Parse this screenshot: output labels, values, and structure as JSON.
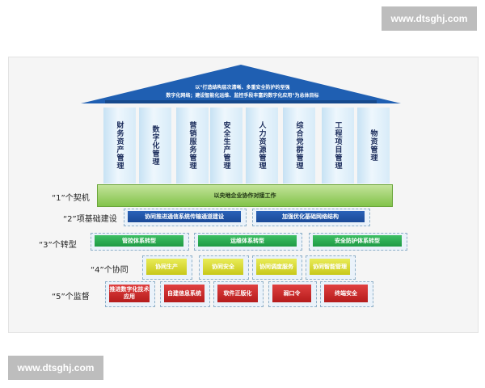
{
  "watermark": "www.dtsghj.com",
  "roof": {
    "line1": "以\"打造结构层次清晰、多重安全防护的坚强",
    "line2": "数字化网络；建设智能化运维、监控手段丰富的数字化应用\"为总体目标",
    "color": "#1f5fb2"
  },
  "pillars": [
    "财务资产管理",
    "数字化管理",
    "营销服务管理",
    "安全生产管理",
    "人力资源管理",
    "综合党群管理",
    "工程项目管理",
    "物资管理"
  ],
  "base_text": "以央地企业协作对接工作",
  "rows": {
    "r1_label": "“1”个契机",
    "r2_label": "“2”项基础建设",
    "r2_items": [
      "协同推进通信系统传输通道建设",
      "加强优化基础网络结构"
    ],
    "r3_label": "“3”个转型",
    "r3_items": [
      "管控体系转型",
      "运维体系转型",
      "安全防护体系转型"
    ],
    "r4_label": "“4”个协同",
    "r4_items": [
      "协同生产",
      "协同安全",
      "协同调度服务",
      "协同智能管理"
    ],
    "r5_label": "“5”个监督",
    "r5_items": [
      "推进数字化技术应用",
      "自建信息系统",
      "软件正版化",
      "弱口令",
      "终端安全"
    ]
  }
}
